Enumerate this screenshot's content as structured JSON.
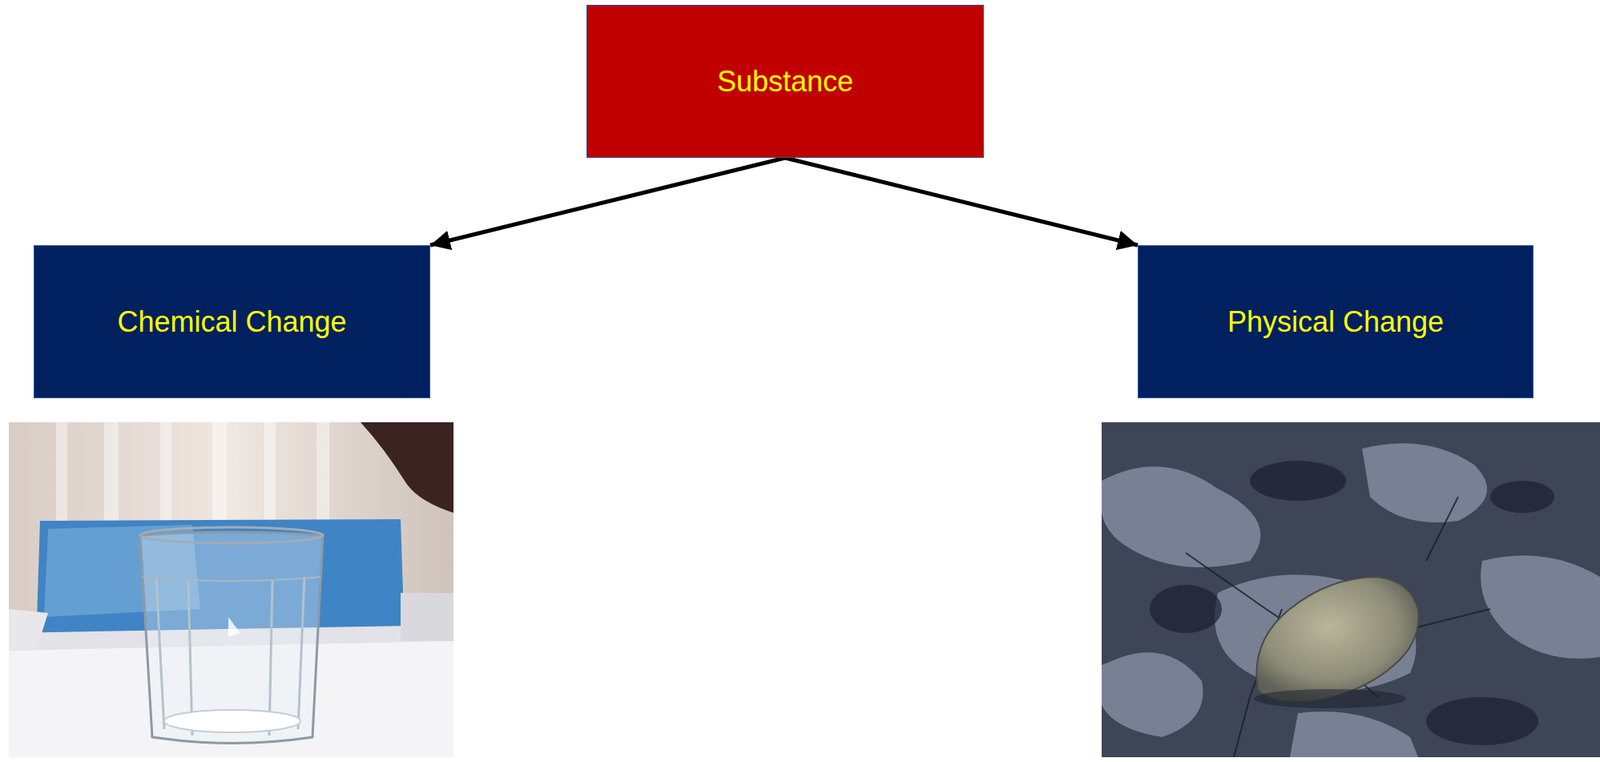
{
  "diagram": {
    "nodes": [
      {
        "text": [
          "Substance"
        ]
      },
      {
        "text": [
          "Chemical Change"
        ]
      },
      {
        "text": [
          "Physical Change"
        ]
      }
    ],
    "edges": [
      {
        "from": 0,
        "to": 1,
        "arrow": "to"
      },
      {
        "from": 0,
        "to": 2,
        "arrow": "to"
      }
    ]
  }
}
